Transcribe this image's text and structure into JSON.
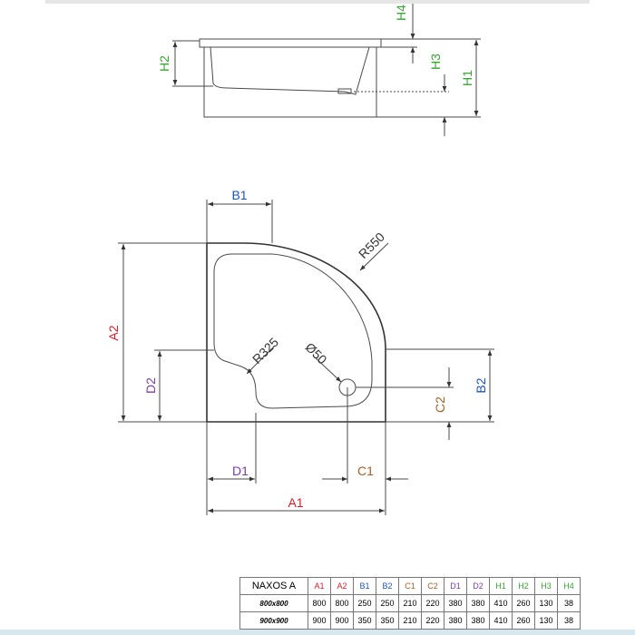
{
  "diagram": {
    "labels": {
      "h1": "H1",
      "h2": "H2",
      "h3": "H3",
      "h4": "H4",
      "a1": "A1",
      "a2": "A2",
      "b1": "B1",
      "b2": "B2",
      "c1": "C1",
      "c2": "C2",
      "d1": "D1",
      "d2": "D2",
      "r550": "R550",
      "r325": "R325",
      "d50": "Ø50"
    },
    "colors": {
      "a": "#d11f2b",
      "b": "#1f56b5",
      "c": "#a0622d",
      "d": "#7a3fa5",
      "h": "#3aa236",
      "line": "#4a4a4a"
    }
  },
  "table": {
    "title": "NAXOS A",
    "headers": [
      "A1",
      "A2",
      "B1",
      "B2",
      "C1",
      "C2",
      "D1",
      "D2",
      "H1",
      "H2",
      "H3",
      "H4"
    ],
    "header_colors": [
      "#d11f2b",
      "#d11f2b",
      "#1f56b5",
      "#1f56b5",
      "#a0622d",
      "#a0622d",
      "#7a3fa5",
      "#7a3fa5",
      "#3aa236",
      "#3aa236",
      "#3aa236",
      "#3aa236"
    ],
    "rows": [
      {
        "model": "800x800",
        "values": [
          "800",
          "800",
          "250",
          "250",
          "210",
          "220",
          "380",
          "380",
          "410",
          "260",
          "130",
          "38"
        ]
      },
      {
        "model": "900x900",
        "values": [
          "900",
          "900",
          "350",
          "350",
          "210",
          "220",
          "380",
          "380",
          "410",
          "260",
          "130",
          "38"
        ]
      }
    ]
  }
}
